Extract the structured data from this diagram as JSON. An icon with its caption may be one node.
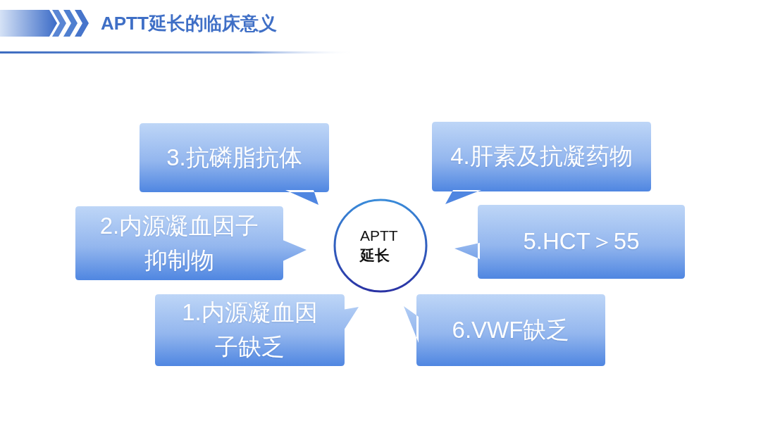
{
  "diagram": {
    "title": "APTT延长的临床意义",
    "nodes": [
      {
        "text": [
          "3.抗磷脂抗体"
        ]
      },
      {
        "text": [
          "4.肝素及抗凝药物"
        ]
      },
      {
        "text": [
          "2.内源凝血因子抑制物"
        ]
      },
      {
        "text": [
          "APTT**延长**"
        ]
      },
      {
        "text": [
          "5.HCT＞55"
        ]
      },
      {
        "text": [
          "1.内源凝血因子缺乏"
        ]
      },
      {
        "text": [
          "6.VWF缺乏"
        ]
      }
    ]
  }
}
